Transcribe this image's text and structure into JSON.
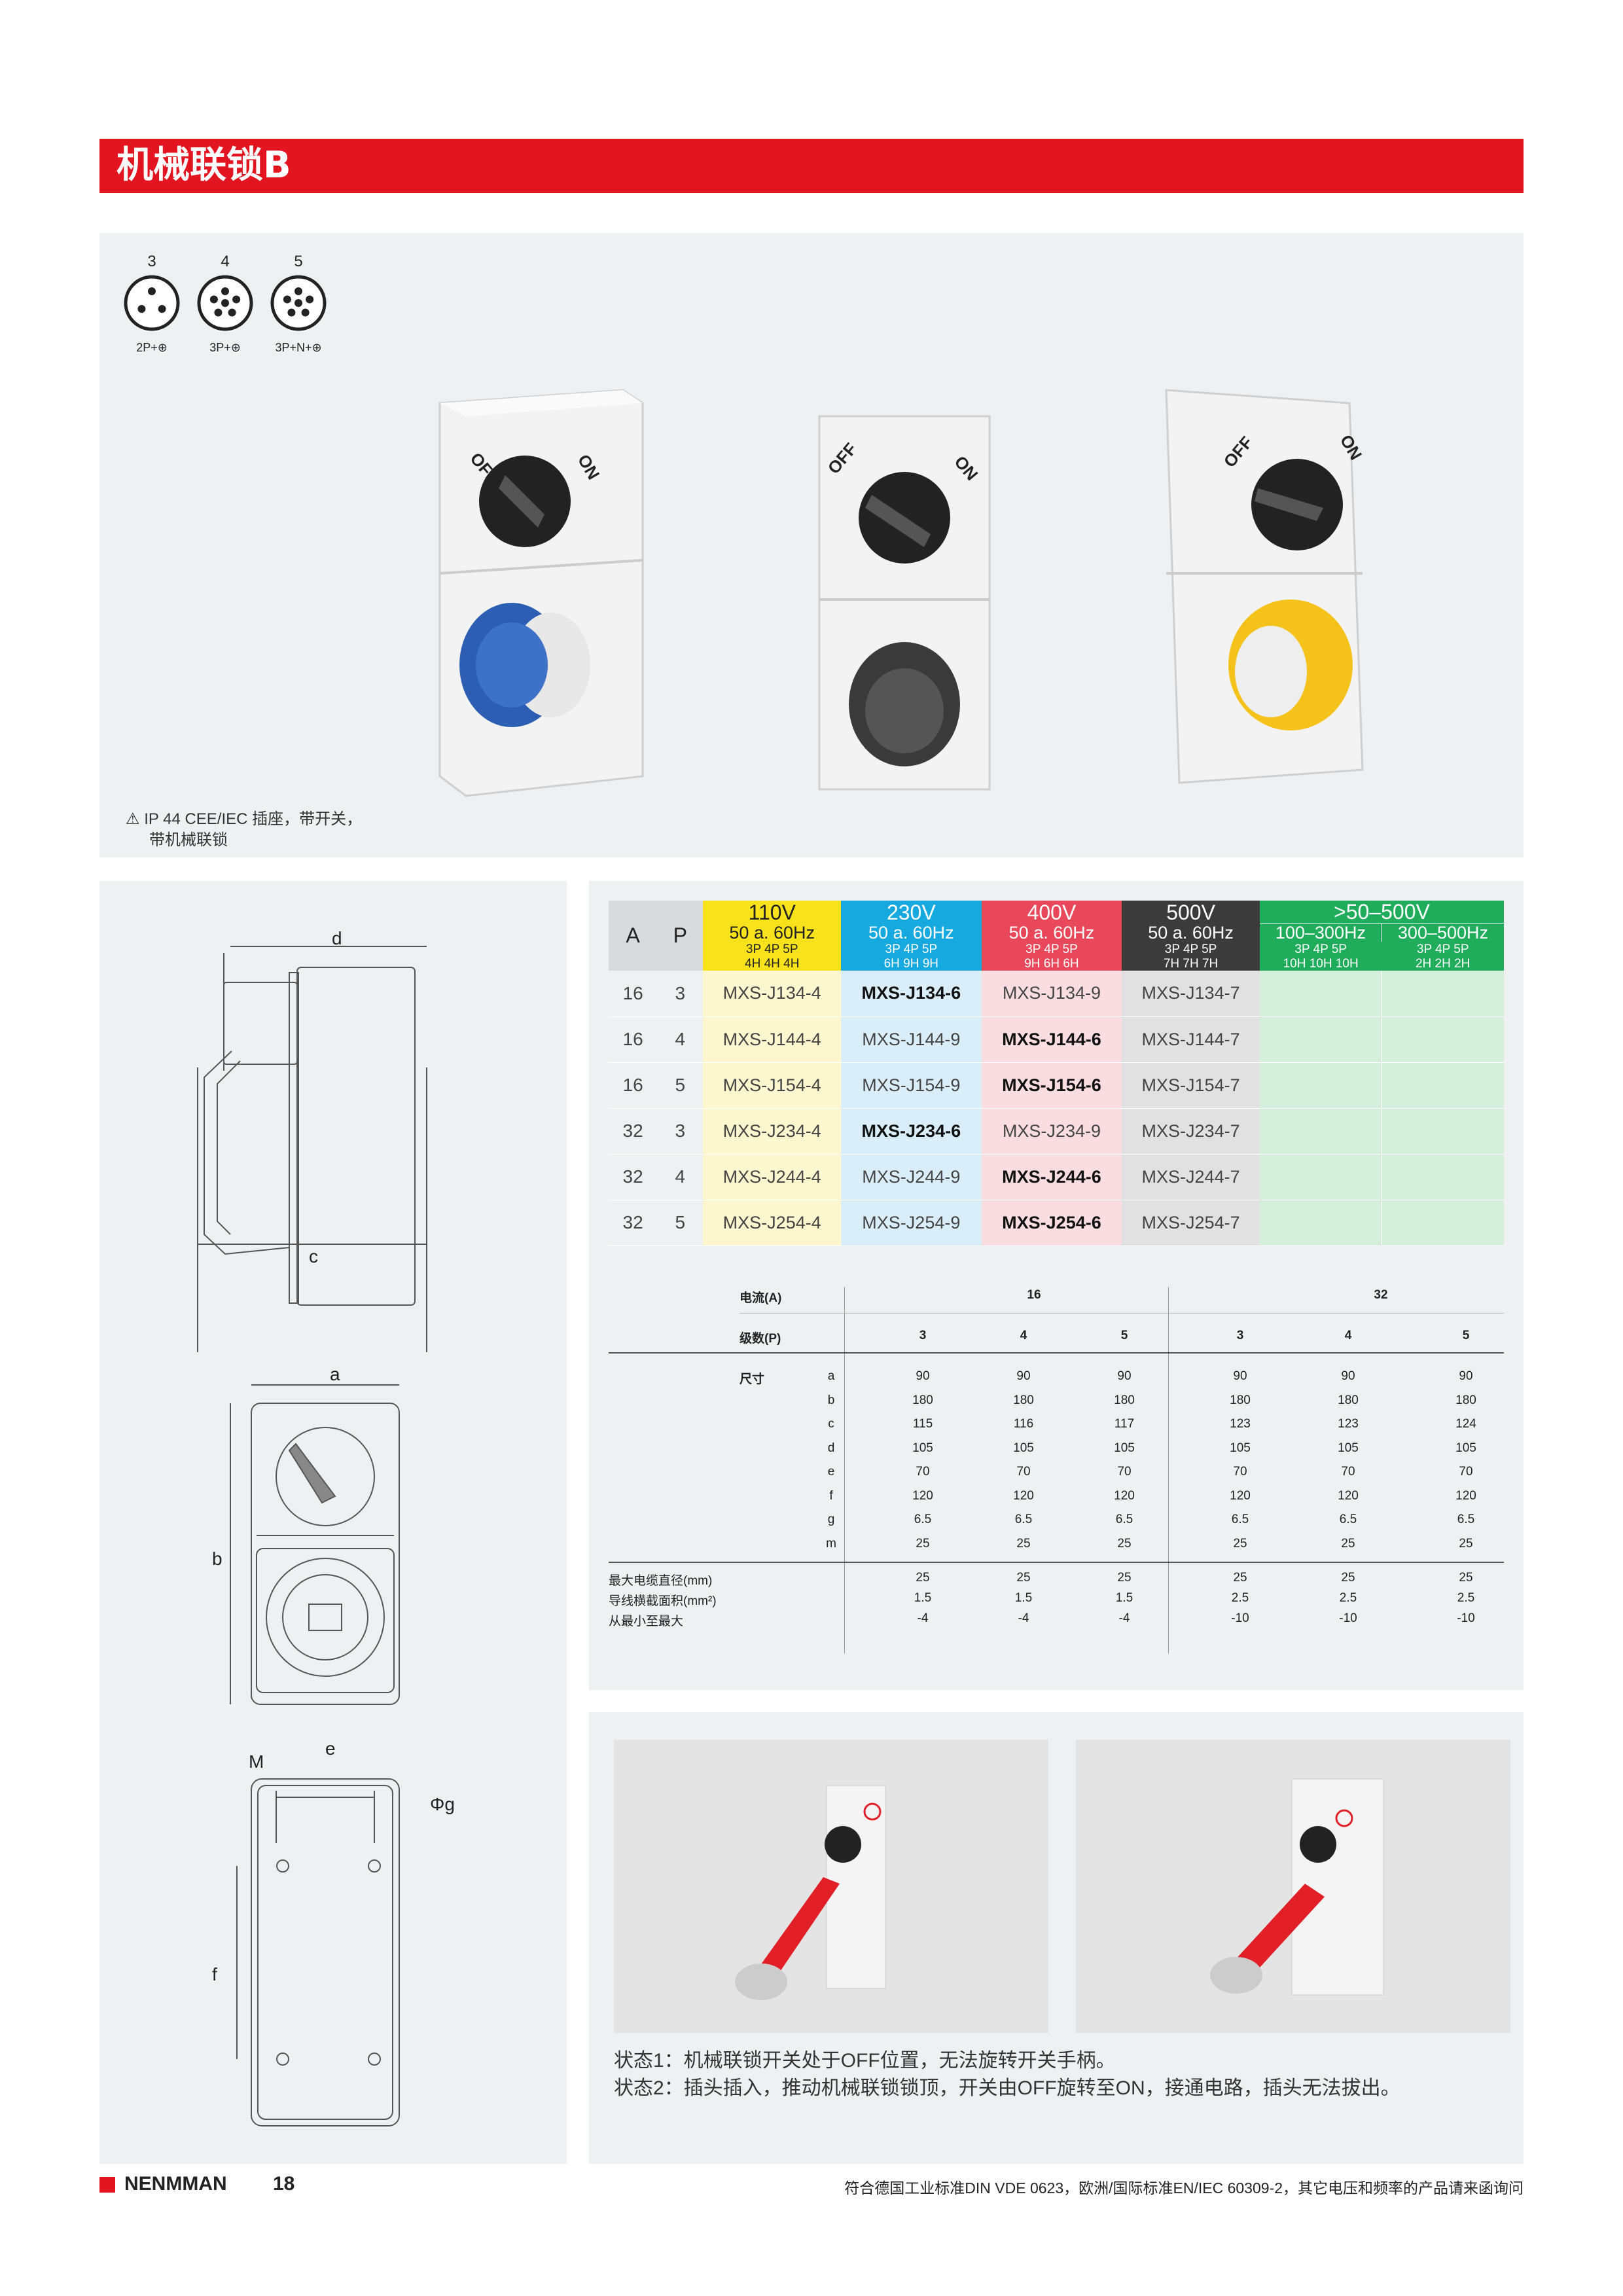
{
  "header": {
    "title": "机械联锁B"
  },
  "pin_diagrams": [
    {
      "number": "3",
      "label": "2P+⊕"
    },
    {
      "number": "4",
      "label": "3P+⊕"
    },
    {
      "number": "5",
      "label": "3P+N+⊕"
    }
  ],
  "products": {
    "switch_labels": {
      "off": "OFF",
      "on": "ON"
    },
    "socket_colors": [
      "#2c5fb4",
      "#3a3a3a",
      "#f5c21b"
    ],
    "caption_line1": "IP 44 CEE/IEC 插座，带开关，",
    "caption_line2": "带机械联锁"
  },
  "dimensions_drawing": {
    "labels": [
      "d",
      "c",
      "a",
      "b",
      "M",
      "e",
      "Φg",
      "f"
    ]
  },
  "product_table": {
    "col_a": "A",
    "col_p": "P",
    "voltages": [
      {
        "v": "110V",
        "hz": "50 a. 60Hz",
        "p": "3P  4P  5P",
        "h": "4H  4H  4H",
        "color": "#f7e21b",
        "cell": "#fdf7cf"
      },
      {
        "v": "230V",
        "hz": "50 a. 60Hz",
        "p": "3P  4P  5P",
        "h": "6H  9H  9H",
        "color": "#16a9e0",
        "cell": "#d9eef8"
      },
      {
        "v": "400V",
        "hz": "50 a. 60Hz",
        "p": "3P  4P  5P",
        "h": "9H  6H  6H",
        "color": "#e8485a",
        "cell": "#f9dde0"
      },
      {
        "v": "500V",
        "hz": "50 a. 60Hz",
        "p": "3P  4P  5P",
        "h": "7H  7H  7H",
        "color": "#3b3b3b",
        "cell": "#e1e1e1"
      }
    ],
    "wide": {
      "v": ">50–500V",
      "color": "#1fad5c",
      "cell": "#d6efdc",
      "sub": [
        {
          "hz": "100–300Hz",
          "p": "3P  4P  5P",
          "h": "10H 10H 10H"
        },
        {
          "hz": "300–500Hz",
          "p": "3P  4P  5P",
          "h": "2H  2H  2H"
        }
      ]
    },
    "rows": [
      {
        "a": "16",
        "p": "3",
        "c": [
          "MXS-J134-4",
          "MXS-J134-6",
          "MXS-J134-9",
          "MXS-J134-7"
        ],
        "bold": 1
      },
      {
        "a": "16",
        "p": "4",
        "c": [
          "MXS-J144-4",
          "MXS-J144-9",
          "MXS-J144-6",
          "MXS-J144-7"
        ],
        "bold": 2
      },
      {
        "a": "16",
        "p": "5",
        "c": [
          "MXS-J154-4",
          "MXS-J154-9",
          "MXS-J154-6",
          "MXS-J154-7"
        ],
        "bold": 2
      },
      {
        "a": "32",
        "p": "3",
        "c": [
          "MXS-J234-4",
          "MXS-J234-6",
          "MXS-J234-9",
          "MXS-J234-7"
        ],
        "bold": 1
      },
      {
        "a": "32",
        "p": "4",
        "c": [
          "MXS-J244-4",
          "MXS-J244-9",
          "MXS-J244-6",
          "MXS-J244-7"
        ],
        "bold": 2
      },
      {
        "a": "32",
        "p": "5",
        "c": [
          "MXS-J254-4",
          "MXS-J254-9",
          "MXS-J254-6",
          "MXS-J254-7"
        ],
        "bold": 2
      }
    ]
  },
  "dim_table": {
    "current_label": "电流(A)",
    "current_values": [
      "16",
      "32"
    ],
    "poles_label": "级数(P)",
    "poles": [
      "3",
      "4",
      "5",
      "3",
      "4",
      "5"
    ],
    "size_label": "尺寸",
    "dims": [
      {
        "k": "a",
        "v": [
          "90",
          "90",
          "90",
          "90",
          "90",
          "90"
        ]
      },
      {
        "k": "b",
        "v": [
          "180",
          "180",
          "180",
          "180",
          "180",
          "180"
        ]
      },
      {
        "k": "c",
        "v": [
          "115",
          "116",
          "117",
          "123",
          "123",
          "124"
        ]
      },
      {
        "k": "d",
        "v": [
          "105",
          "105",
          "105",
          "105",
          "105",
          "105"
        ]
      },
      {
        "k": "e",
        "v": [
          "70",
          "70",
          "70",
          "70",
          "70",
          "70"
        ]
      },
      {
        "k": "f",
        "v": [
          "120",
          "120",
          "120",
          "120",
          "120",
          "120"
        ]
      },
      {
        "k": "g",
        "v": [
          "6.5",
          "6.5",
          "6.5",
          "6.5",
          "6.5",
          "6.5"
        ]
      },
      {
        "k": "m",
        "v": [
          "25",
          "25",
          "25",
          "25",
          "25",
          "25"
        ]
      }
    ],
    "extra": [
      {
        "k": "最大电缆直径(mm)",
        "v": [
          "25",
          "25",
          "25",
          "25",
          "25",
          "25"
        ]
      },
      {
        "k": "导线横截面积(mm²)",
        "v": [
          "1.5",
          "1.5",
          "1.5",
          "2.5",
          "2.5",
          "2.5"
        ]
      },
      {
        "k": "从最小至最大",
        "v": [
          "-4",
          "-4",
          "-4",
          "-10",
          "-10",
          "-10"
        ]
      }
    ]
  },
  "states": {
    "line1": "状态1：机械联锁开关处于OFF位置，无法旋转开关手柄。",
    "line2": "状态2：插头插入，推动机械联锁锁顶，开关由OFF旋转至ON，接通电路，插头无法拔出。"
  },
  "footer": {
    "brand": "NENMMAN",
    "page": "18",
    "note": "符合德国工业标准DIN VDE 0623，欧洲/国际标准EN/IEC 60309-2，其它电压和频率的产品请来函询问"
  }
}
